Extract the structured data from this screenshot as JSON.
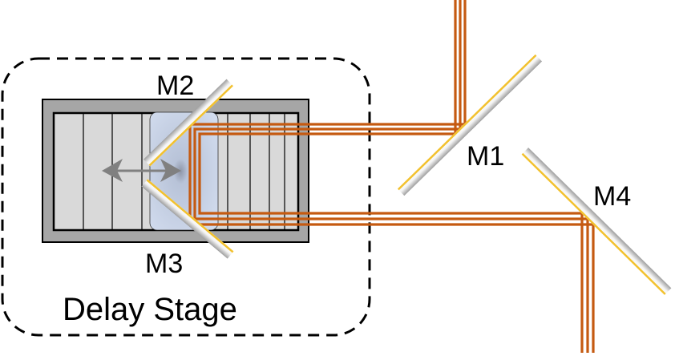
{
  "labels": {
    "m1": "M1",
    "m2": "M2",
    "m3": "M3",
    "m4": "M4",
    "delay_stage": "Delay Stage"
  },
  "colors": {
    "beam": "#c55a11",
    "mirror_coating": "#f2c12e",
    "stage_frame": "#a6a6a6",
    "stage_rail": "#d9d9d9",
    "carriage": "#c9d5ea"
  }
}
